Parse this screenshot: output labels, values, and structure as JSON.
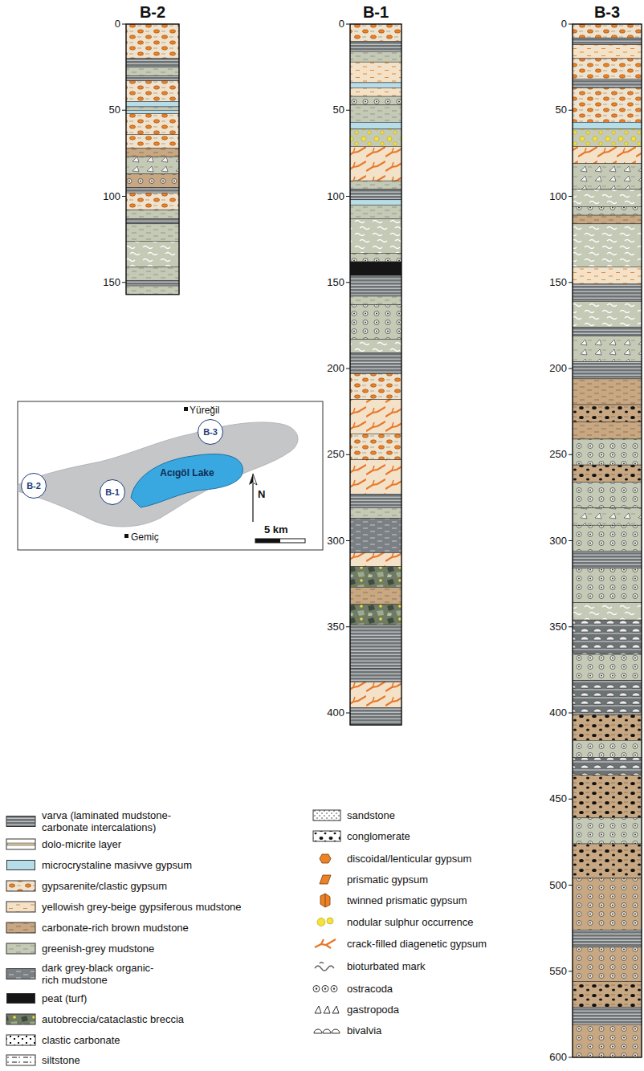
{
  "diagram": {
    "nodes": [
      {
        "text": [
          "B-2"
        ]
      },
      {
        "text": [
          "B-1"
        ]
      },
      {
        "text": [
          "Acıgöl Lake"
        ]
      },
      {
        "text": [
          "B-3"
        ]
      }
    ],
    "labels": [
      "B-2",
      "B-1",
      "B-3",
      "0",
      "50",
      "100",
      "150",
      "0",
      "50",
      "100",
      "150",
      "200",
      "250",
      "300",
      "350",
      "400",
      "0",
      "50",
      "100",
      "150",
      "200",
      "250",
      "300",
      "350",
      "400",
      "450",
      "500",
      "550",
      "600",
      "Yüreğil",
      "Gemiç",
      "N",
      "5 km"
    ],
    "legend": [
      {
        "text": "varva (laminated mudstone-carbonate intercalations)"
      },
      {
        "text": "dolo-micrite layer"
      },
      {
        "text": "microcrystaline masivve gypsum",
        "color": "#b7dde9"
      },
      {
        "text": "gypsarenite/clastic gypsum"
      },
      {
        "text": "yellowish grey-beige gypsiferous mudstone"
      },
      {
        "text": "carbonate-rich brown mudstone"
      },
      {
        "text": "greenish-grey mudstone"
      },
      {
        "text": "dark grey-black organic-rich mudstone"
      },
      {
        "text": "peat (turf)",
        "color": "#151515"
      },
      {
        "text": "autobreccia/cataclastic breccia"
      },
      {
        "text": "clastic carbonate"
      },
      {
        "text": "siltstone"
      },
      {
        "text": "sandstone"
      },
      {
        "text": "conglomerate"
      },
      {
        "text": "discoidal/lenticular gypsum"
      },
      {
        "text": "prismatic gypsum"
      },
      {
        "text": "twinned prismatic gypsum"
      },
      {
        "text": "nodular sulphur occurrence"
      },
      {
        "text": "crack-filled diagenetic gypsum"
      },
      {
        "text": "bioturbated mark"
      },
      {
        "text": "ostracoda"
      },
      {
        "text": "gastropoda"
      },
      {
        "text": "bivalvia"
      }
    ]
  }
}
